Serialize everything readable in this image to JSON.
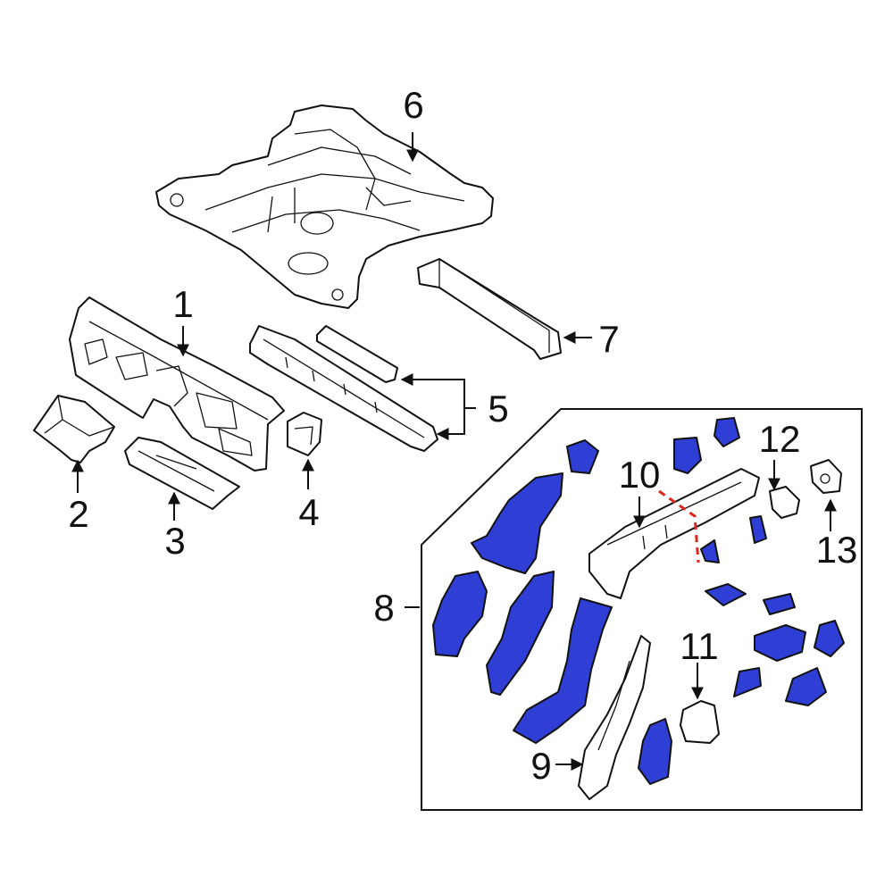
{
  "callouts": {
    "c1": "1",
    "c2": "2",
    "c3": "3",
    "c4": "4",
    "c5": "5",
    "c6": "6",
    "c7": "7",
    "c8": "8",
    "c9": "9",
    "c10": "10",
    "c11": "11",
    "c12": "12",
    "c13": "13"
  },
  "colors": {
    "highlight": "#2f3fd6",
    "outline": "#111111",
    "cut_line": "#e0261c",
    "background": "#ffffff"
  }
}
